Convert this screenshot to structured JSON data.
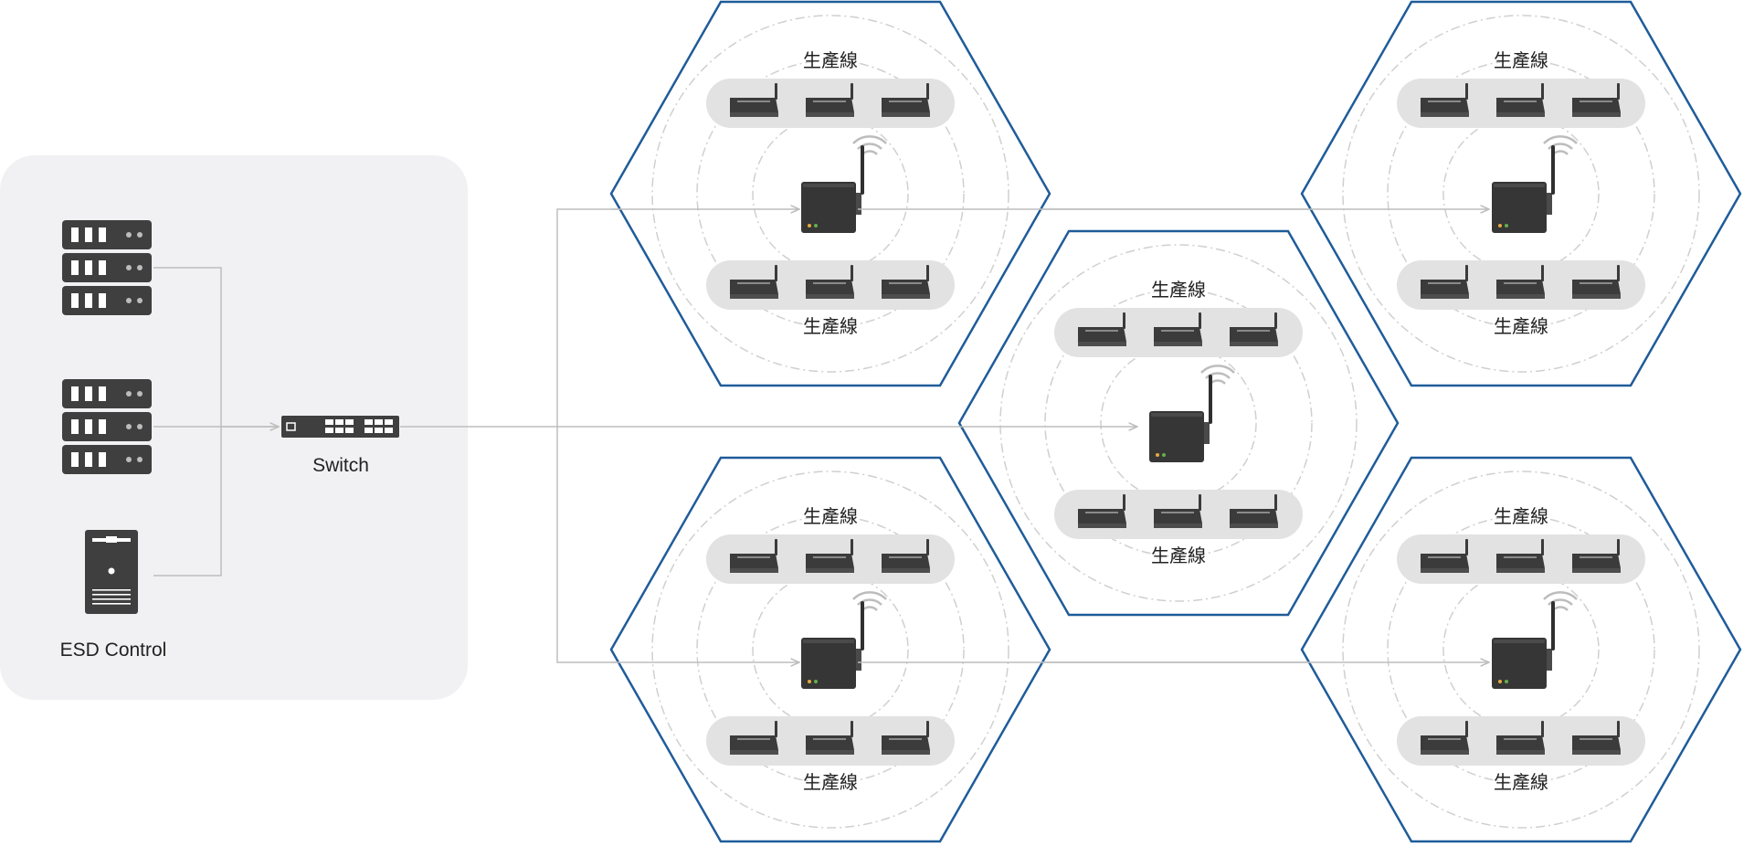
{
  "control_panel": {
    "esd_label": "ESD Control",
    "switch_label": "Switch"
  },
  "line_label": "生產線",
  "cells": [
    {
      "id": "top-left",
      "top_label": "生產線",
      "bottom_label": "生產線"
    },
    {
      "id": "bottom-left",
      "top_label": "生產線",
      "bottom_label": "生產線"
    },
    {
      "id": "center",
      "top_label": "生產線",
      "bottom_label": "生產線"
    },
    {
      "id": "top-right",
      "top_label": "生產線",
      "bottom_label": "生產線"
    },
    {
      "id": "bottom-right",
      "top_label": "生產線",
      "bottom_label": "生產線"
    }
  ],
  "colors": {
    "hex_border": "#1f5c99",
    "panel_bg": "#f1f1f3",
    "device": "#3f3f3f",
    "connector": "#bdbdbd",
    "pill": "#e2e2e2",
    "range_ring": "#d0d0d0"
  },
  "icons": [
    "server-rack-icon",
    "network-switch-icon",
    "pc-tower-icon",
    "gateway-icon",
    "wifi-signal-icon",
    "esd-sensor-icon"
  ]
}
